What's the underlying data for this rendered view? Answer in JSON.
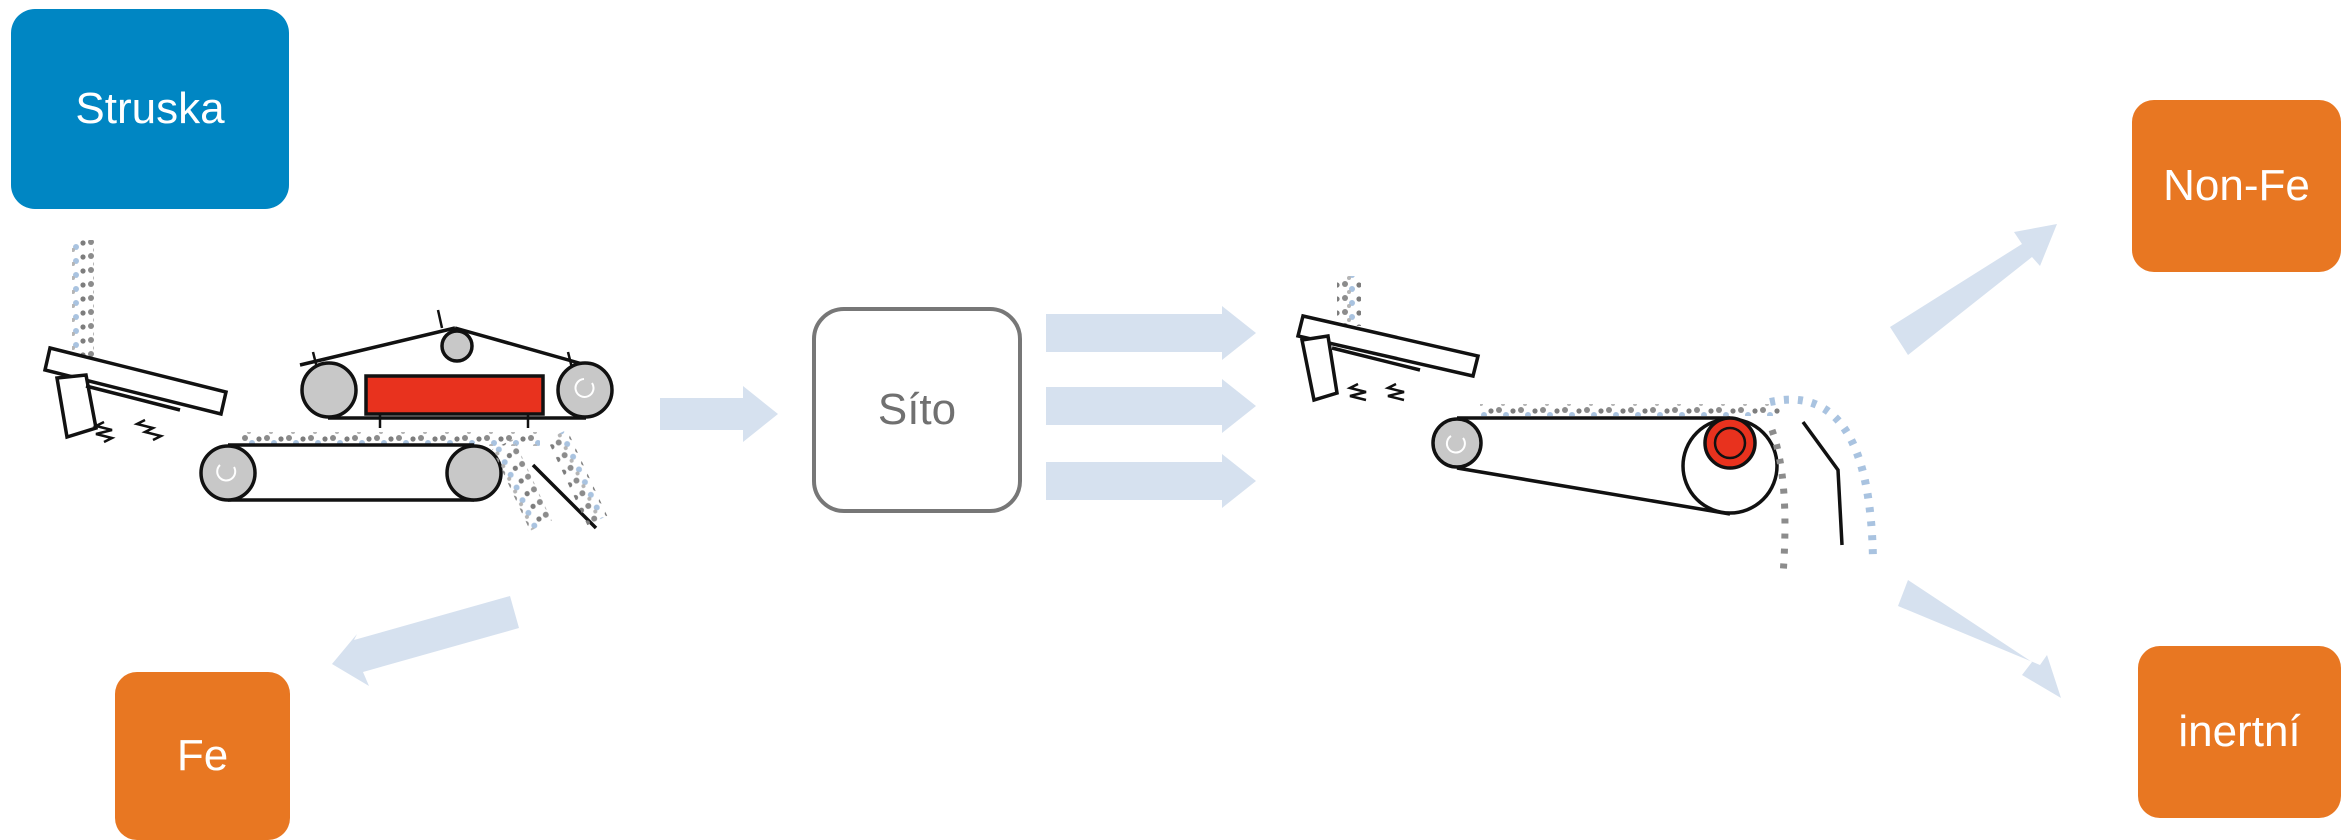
{
  "nodes": {
    "input": "Struska",
    "screen": "Síto",
    "ferrous": "Fe",
    "nonferrous": "Non-Fe",
    "inert": "inertní"
  },
  "colors": {
    "input_box": "#0086c3",
    "output_box": "#e87722",
    "arrow": "#d6e1ef",
    "magnet": "#e8321e",
    "roller": "#c8c8c8"
  },
  "icons": [
    "magnetic-separator-icon",
    "eddy-current-separator-icon"
  ]
}
